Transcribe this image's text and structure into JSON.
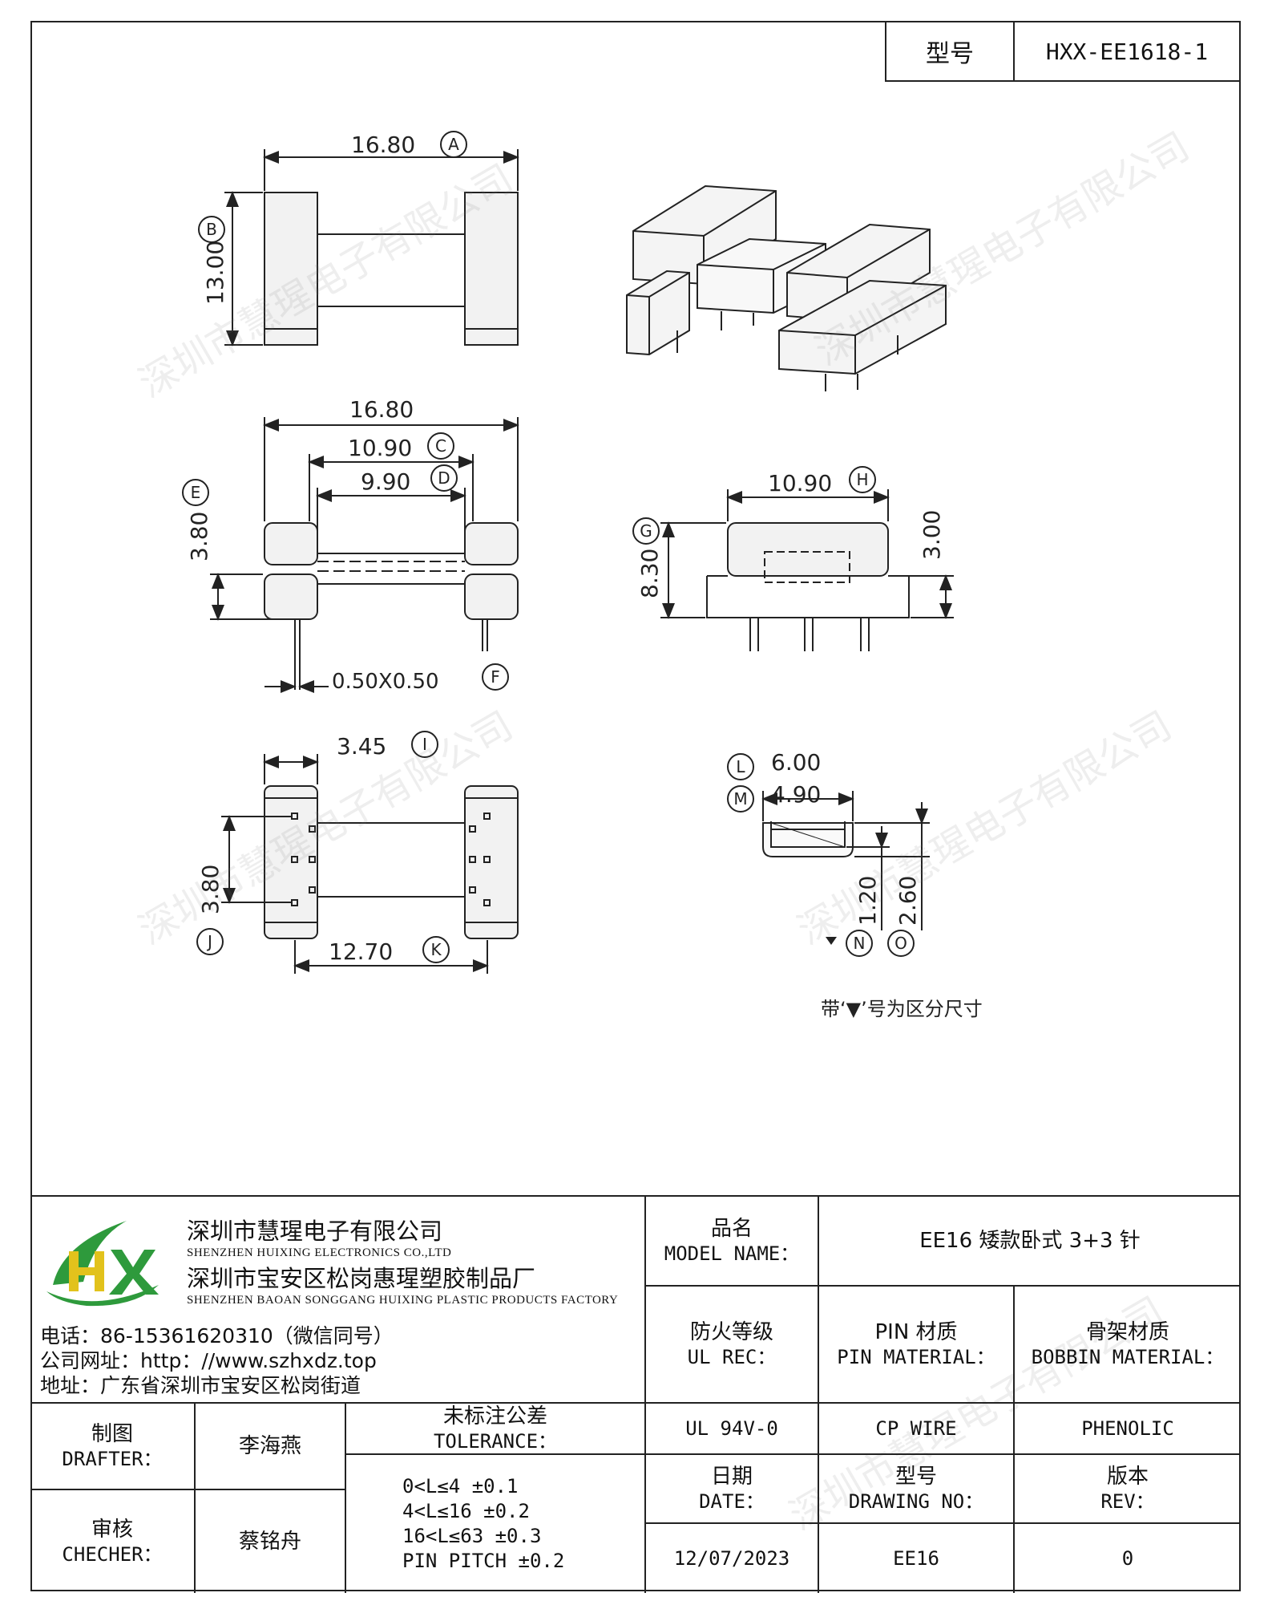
{
  "header": {
    "model_label": "型号",
    "model_value": "HXX-EE1618-1"
  },
  "dimensions": {
    "A": "16.80",
    "B": "13.00",
    "C": "10.90",
    "D": "9.90",
    "E": "3.80",
    "F": "0.50X0.50",
    "G": "8.30",
    "H": "10.90",
    "I": "3.45",
    "J": "3.80",
    "K": "12.70",
    "L": "6.00",
    "M": "4.90",
    "N": "1.20",
    "O": "2.60",
    "front_overall": "16.80",
    "side_height": "3.00"
  },
  "letters": [
    "A",
    "B",
    "C",
    "D",
    "E",
    "F",
    "G",
    "H",
    "I",
    "J",
    "K",
    "L",
    "M",
    "N",
    "O"
  ],
  "note": "带‘▼’号为区分尺寸",
  "watermark": "深圳市慧瑆电子有限公司",
  "company": {
    "name_cn": "深圳市慧瑆电子有限公司",
    "name_en": "SHENZHEN HUIXING ELECTRONICS CO.,LTD",
    "factory_cn": "深圳市宝安区松岗惠瑆塑胶制品厂",
    "factory_en": "SHENZHEN BAOAN SONGGANG HUIXING PLASTIC PRODUCTS FACTORY",
    "phone": "电话：86-15361620310（微信同号）",
    "website": "公司网址：http：//www.szhxdz.top",
    "address": "地址：广东省深圳市宝安区松岗街道",
    "logo_colors": {
      "green": "#2e9a3c",
      "yellow": "#e2c21c"
    }
  },
  "titleblock": {
    "model_name_cn": "品名",
    "model_name_en": "MODEL NAME：",
    "model_name_value": "EE16 矮款卧式 3+3 针",
    "ul_cn": "防火等级",
    "ul_en": "UL REC：",
    "ul_value": "UL 94V-0",
    "pin_cn": "PIN 材质",
    "pin_en": "PIN MATERIAL：",
    "pin_value": "CP WIRE",
    "bobbin_cn": "骨架材质",
    "bobbin_en": "BOBBIN MATERIAL：",
    "bobbin_value": "PHENOLIC",
    "drafter_cn": "制图",
    "drafter_en": "DRAFTER：",
    "drafter_value": "李海燕",
    "checker_cn": "审核",
    "checker_en": "CHECHER：",
    "checker_value": "蔡铭舟",
    "tolerance_cn": "未标注公差",
    "tolerance_en": "TOLERANCE：",
    "tolerance_lines": [
      "0<L≤4  ±0.1",
      "4<L≤16 ±0.2",
      "16<L≤63 ±0.3",
      "PIN PITCH ±0.2"
    ],
    "date_cn": "日期",
    "date_en": "DATE：",
    "date_value": "12/07/2023",
    "drawing_cn": "型号",
    "drawing_en": "DRAWING NO：",
    "drawing_value": "EE16",
    "rev_cn": "版本",
    "rev_en": "REV：",
    "rev_value": "0"
  }
}
